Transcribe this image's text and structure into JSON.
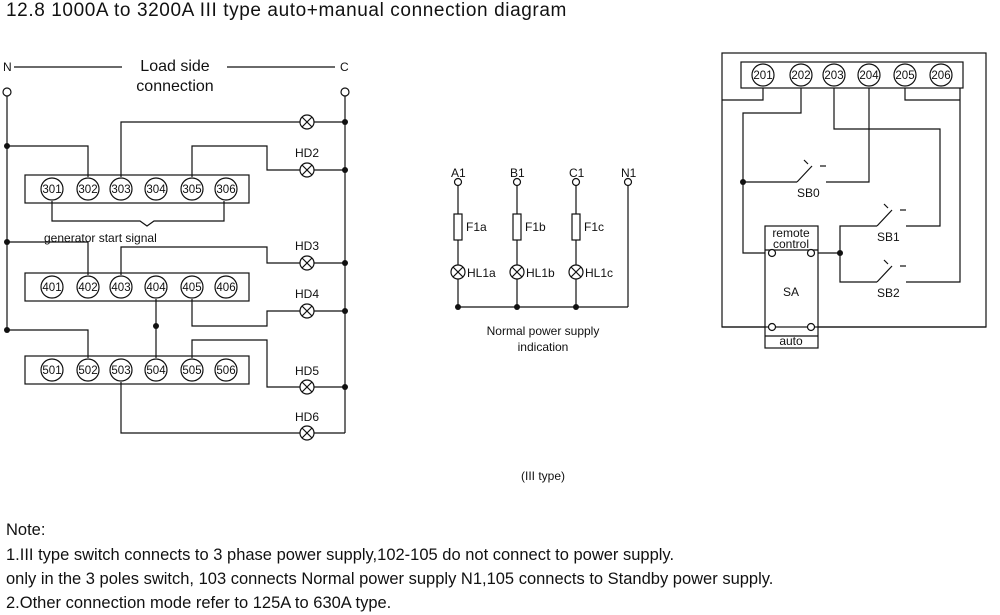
{
  "title": "12.8 1000A to 3200A III type auto+manual connection diagram",
  "left_panel": {
    "n_label": "N",
    "c_label": "C",
    "load_side": "Load side",
    "connection": "connection",
    "gen_signal": "generator start signal",
    "row1_terminals": [
      "301",
      "302",
      "303",
      "304",
      "305",
      "306"
    ],
    "row2_terminals": [
      "401",
      "402",
      "403",
      "404",
      "405",
      "406"
    ],
    "row3_terminals": [
      "501",
      "502",
      "503",
      "504",
      "505",
      "506"
    ],
    "lamps": [
      "HD2",
      "HD3",
      "HD4",
      "HD5",
      "HD6"
    ]
  },
  "middle_panel": {
    "phases": [
      "A1",
      "B1",
      "C1",
      "N1"
    ],
    "fuses": [
      "F1a",
      "F1b",
      "F1c"
    ],
    "lamps": [
      "HL1a",
      "HL1b",
      "HL1c"
    ],
    "caption_1": "Normal power supply",
    "caption_2": "indication",
    "type_label": "(III type)"
  },
  "right_panel": {
    "terminals": [
      "201",
      "202",
      "203",
      "204",
      "205",
      "206"
    ],
    "switches": [
      "SB0",
      "SB1",
      "SB2"
    ],
    "sa_remote_1": "remote",
    "sa_remote_2": "control",
    "sa_label": "SA",
    "sa_auto": "auto"
  },
  "notes": {
    "heading": "Note:",
    "line1": "1.III type switch connects to 3 phase power supply,102-105 do not connect to power supply.",
    "line2": "only in the 3 poles switch, 103 connects Normal power supply N1,105 connects to Standby power supply.",
    "line3": "2.Other connection mode refer to 125A to 630A type."
  }
}
